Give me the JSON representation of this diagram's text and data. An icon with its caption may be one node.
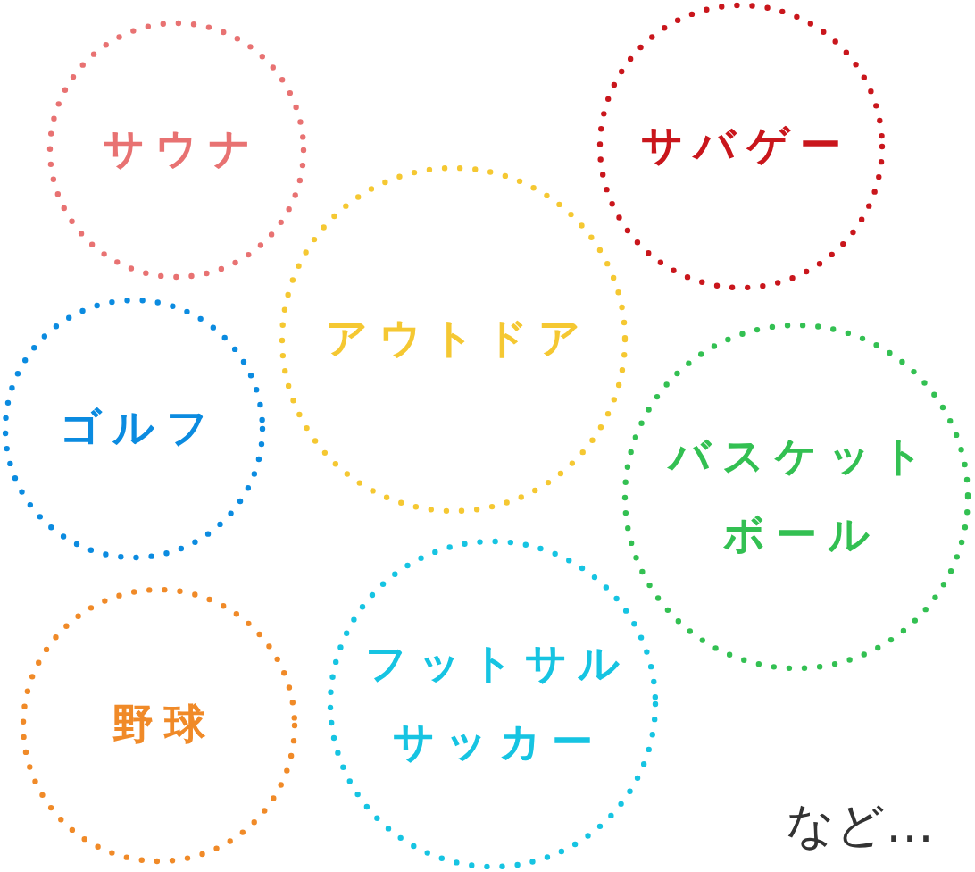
{
  "diagram": {
    "nodes": [
      {
        "text": [
          "サウナ"
        ]
      },
      {
        "text": [
          "サバゲー"
        ]
      },
      {
        "text": [
          "アウトドア"
        ]
      },
      {
        "text": [
          "ゴルフ"
        ]
      },
      {
        "text": [
          "バスケットボール"
        ]
      },
      {
        "text": [
          "野球"
        ]
      },
      {
        "text": [
          "フットサル",
          "サッカー"
        ]
      }
    ],
    "labels": [
      "など…"
    ]
  }
}
